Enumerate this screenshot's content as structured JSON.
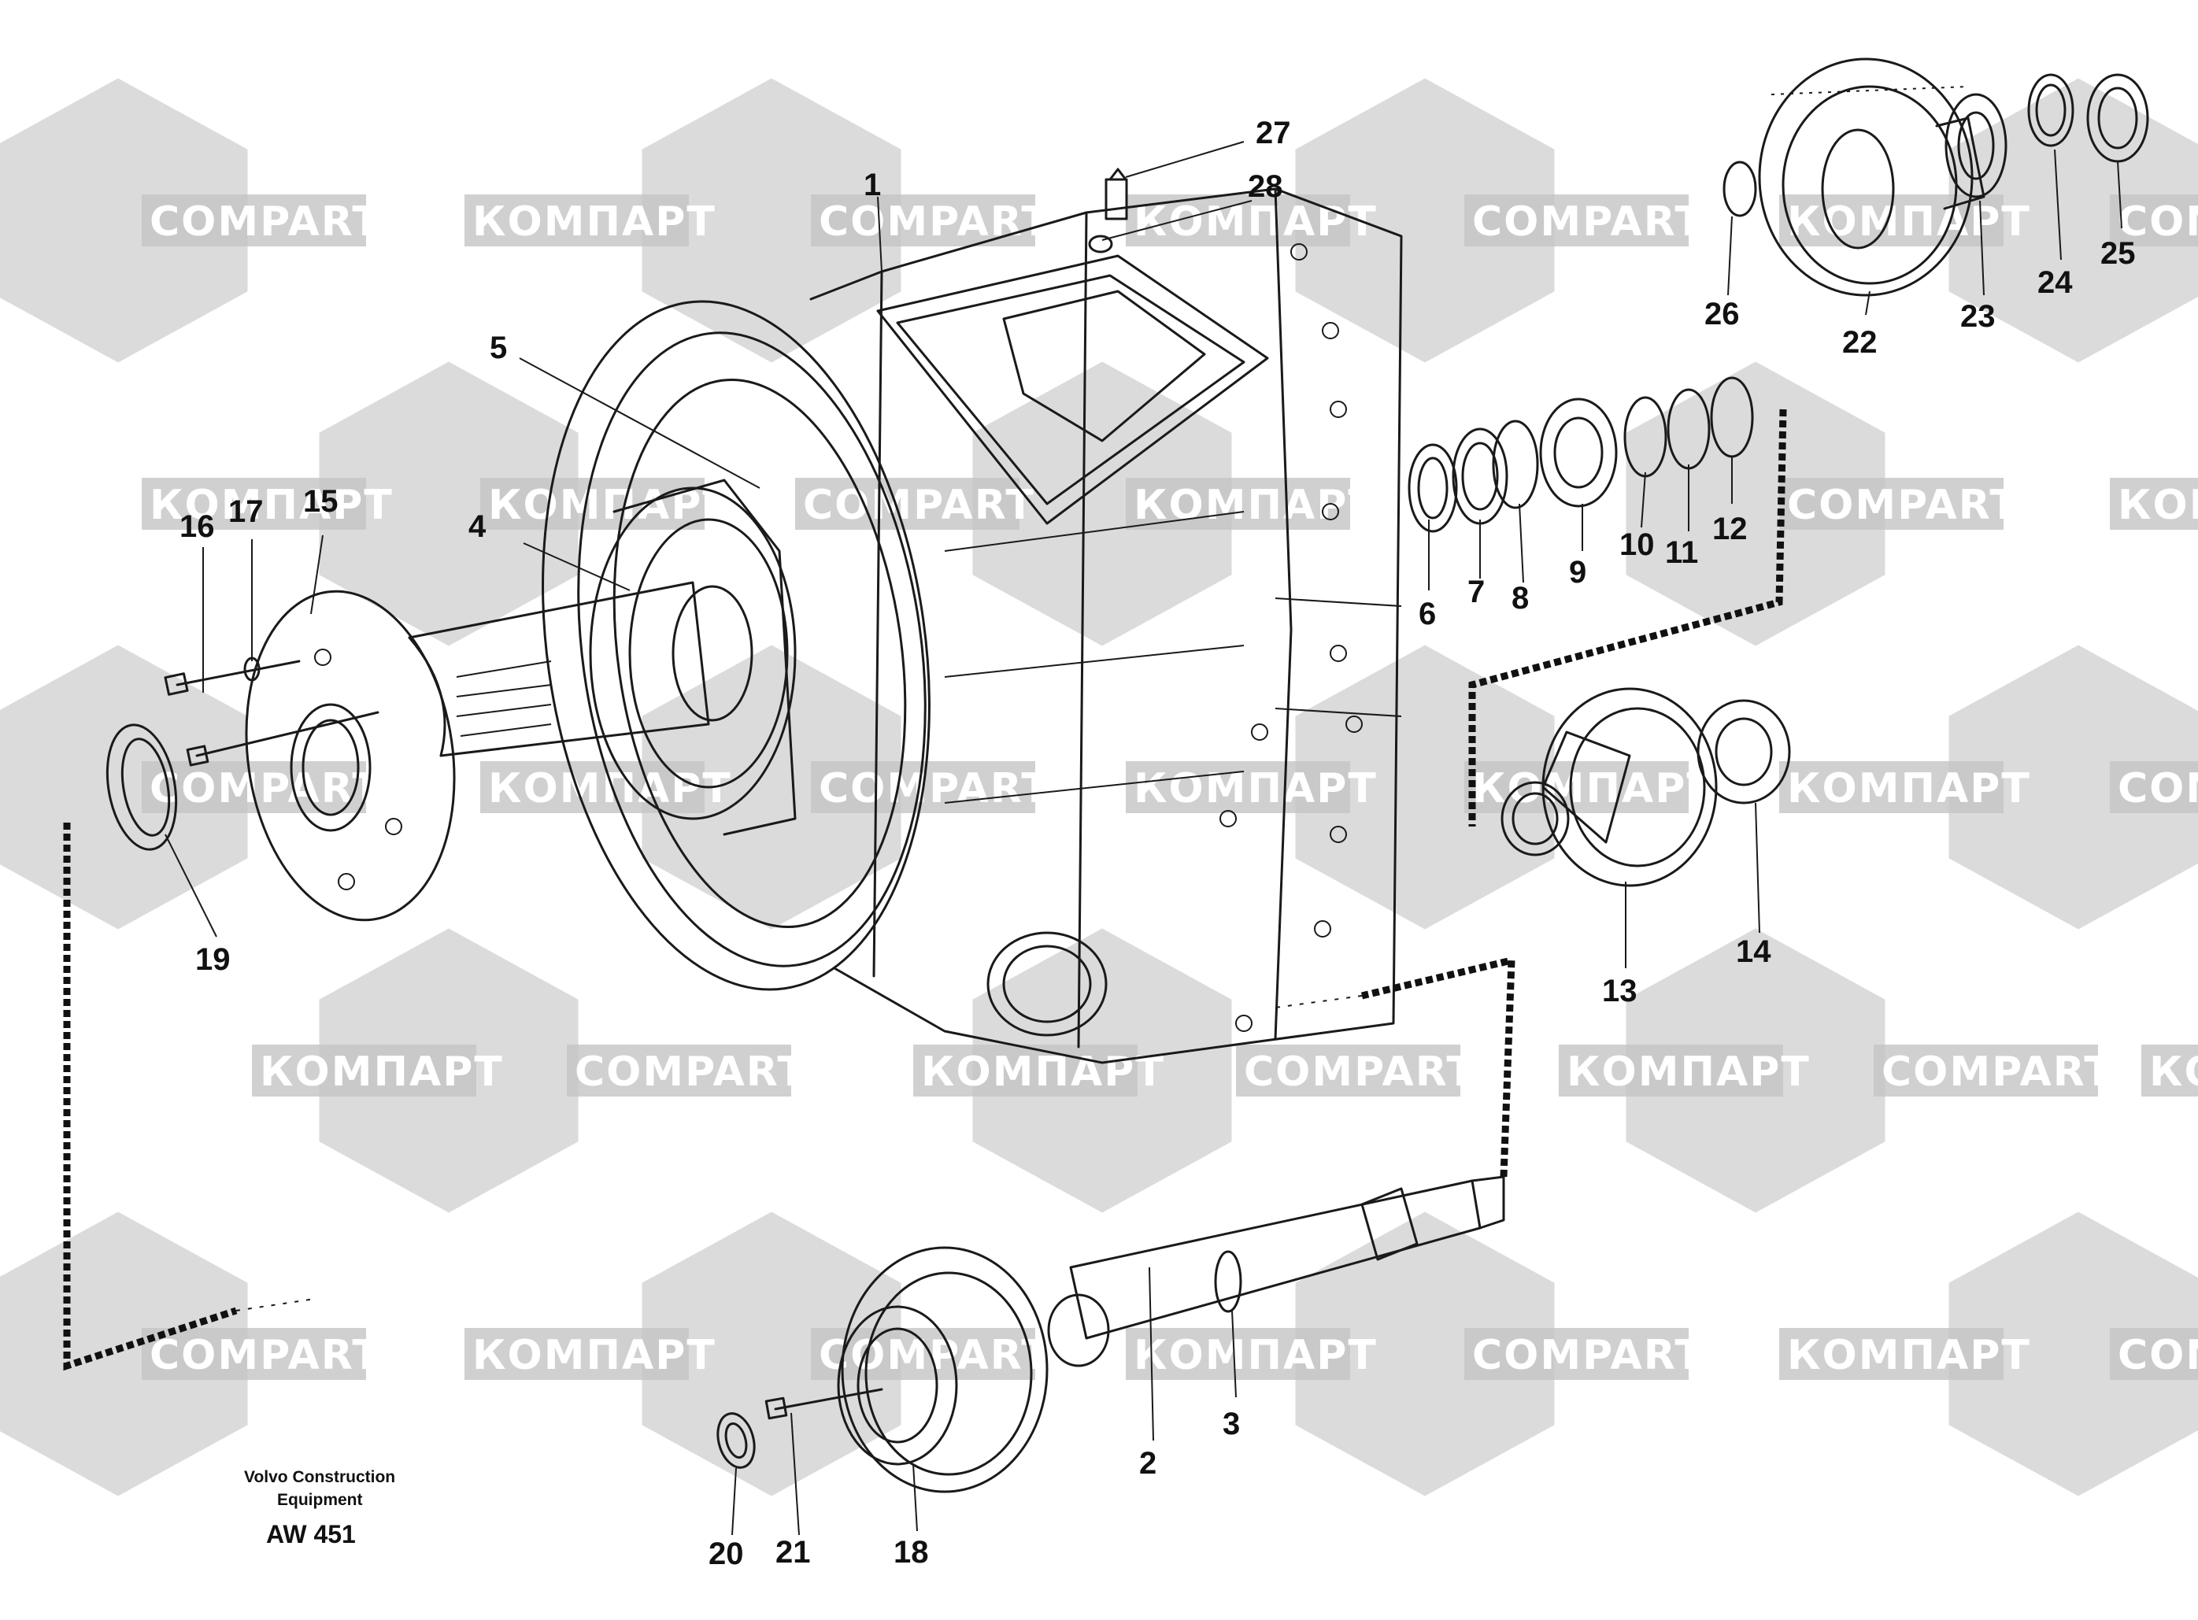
{
  "watermark": {
    "latin": "COMPART",
    "cyrillic": "КОМПАРТ",
    "color": "#c8c8c8"
  },
  "caption": {
    "line1": "Volvo Construction",
    "line2": "Equipment",
    "code": "AW 451"
  },
  "part_labels": [
    "1",
    "2",
    "3",
    "4",
    "5",
    "6",
    "7",
    "8",
    "9",
    "10",
    "11",
    "12",
    "13",
    "14",
    "15",
    "16",
    "17",
    "18",
    "19",
    "20",
    "21",
    "22",
    "23",
    "24",
    "25",
    "26",
    "27",
    "28"
  ]
}
